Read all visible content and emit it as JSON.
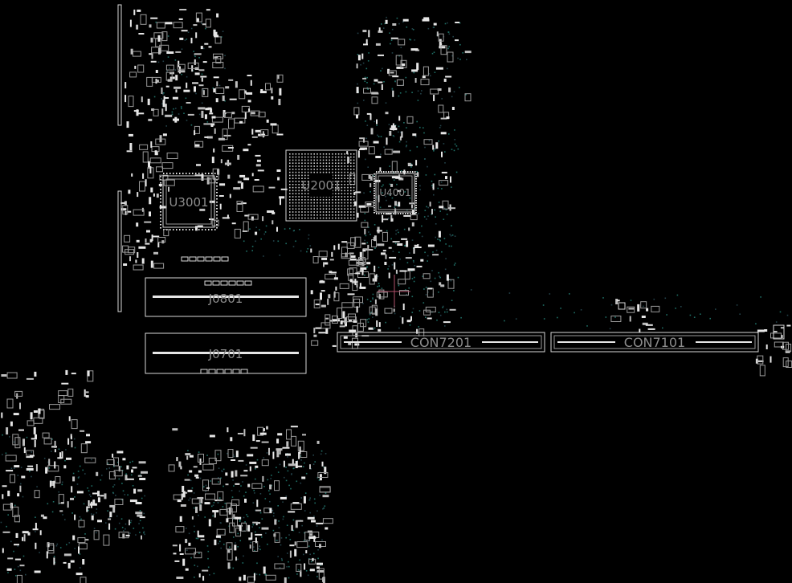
{
  "components": {
    "u3001": "U3001",
    "u2001": "U2001",
    "u4001": "U4001",
    "j0801": "J0801",
    "j0701": "J0701",
    "con7201": "CON7201",
    "con7101": "CON7101"
  },
  "colors": {
    "background": "#000000",
    "outline": "#d9d9d9",
    "label": "#8c8c8c",
    "via": "#1f6f66",
    "crosshair": "#b0506a"
  }
}
